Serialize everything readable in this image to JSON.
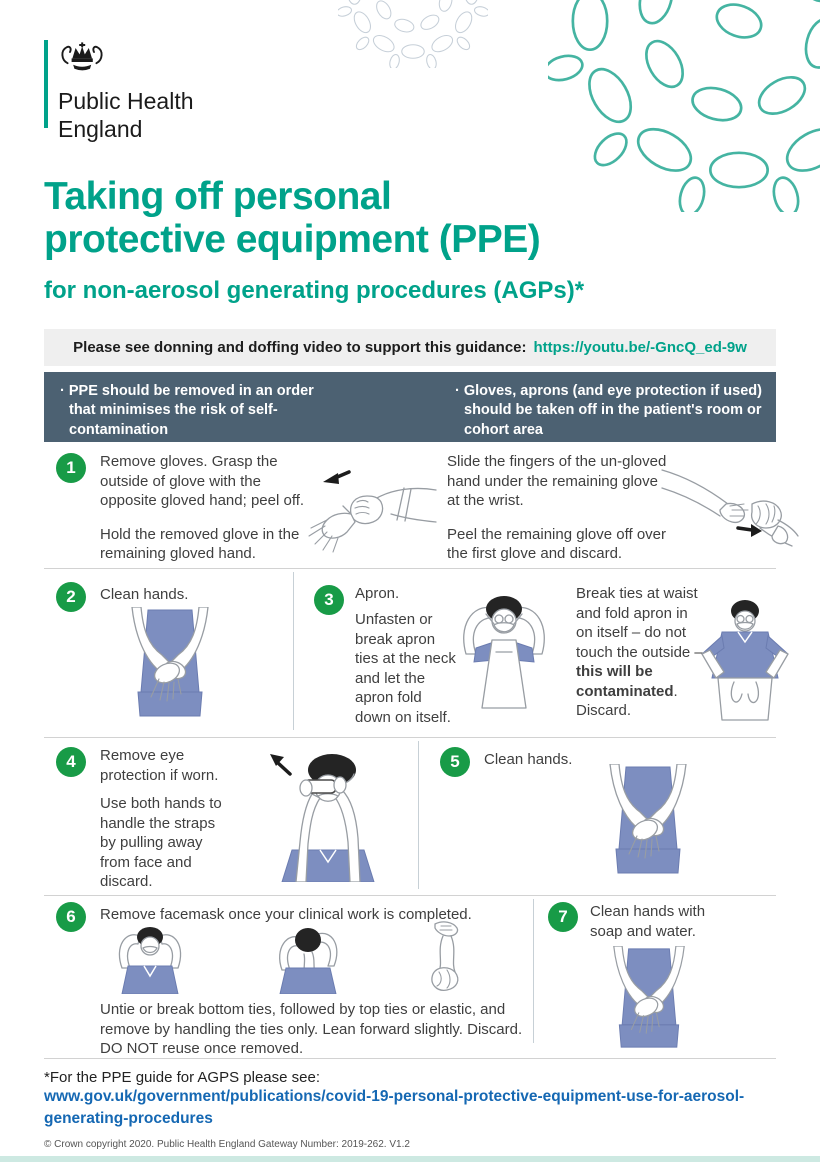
{
  "colors": {
    "teal": "#00a28a",
    "header_slate": "#4c6172",
    "step_green": "#189b47",
    "link_blue": "#1568b3",
    "illus_blue": "#7d8ec0",
    "banner_bg": "#efefef",
    "text": "#3f3f3f"
  },
  "logo": {
    "line1": "Public Health",
    "line2": "England"
  },
  "title": {
    "line1": "Taking off personal",
    "line2": "protective equipment (PPE)",
    "subtitle": "for non-aerosol generating procedures (AGPs)*"
  },
  "banner": {
    "text": "Please see donning and doffing video to support this guidance:",
    "link": "https://youtu.be/-GncQ_ed-9w"
  },
  "key_points": {
    "left": "PPE should be removed in an order that minimises the risk of self-contamination",
    "right": "Gloves, aprons (and eye protection if used) should be taken off in the patient's room or cohort area"
  },
  "steps": {
    "s1": {
      "num": "1",
      "p1": "Remove gloves. Grasp the outside of glove with the opposite gloved hand; peel off.",
      "p2": "Hold the removed glove in the remaining gloved hand.",
      "p3": "Slide the fingers of the un-gloved hand under the remaining glove at the wrist.",
      "p4": "Peel the remaining glove off over the first glove and discard."
    },
    "s2": {
      "num": "2",
      "label": "Clean hands."
    },
    "s3": {
      "num": "3",
      "title": "Apron.",
      "p1": "Unfasten or break apron ties at the neck and let the apron fold down on itself.",
      "p2_pre": "Break ties at waist and fold apron in on itself – do not touch the outside – ",
      "p2_bold": "this will be contaminated",
      "p2_post": ". Discard."
    },
    "s4": {
      "num": "4",
      "p1": "Remove eye protection if worn.",
      "p2": "Use both hands to handle the straps by pulling away from face and discard."
    },
    "s5": {
      "num": "5",
      "label": "Clean hands."
    },
    "s6": {
      "num": "6",
      "title": "Remove facemask once your clinical work is completed.",
      "p1": "Untie or break bottom ties, followed by top ties or elastic, and remove by handling the ties only. Lean forward slightly. Discard. DO NOT reuse once removed."
    },
    "s7": {
      "num": "7",
      "label": "Clean hands with soap and water."
    }
  },
  "footer": {
    "note": "*For the PPE guide for AGPS please see:",
    "link": "www.gov.uk/government/publications/covid-19-personal-protective-equipment-use-for-aerosol-generating-procedures",
    "copyright": "© Crown copyright 2020. Public Health England Gateway Number: 2019-262. V1.2"
  }
}
